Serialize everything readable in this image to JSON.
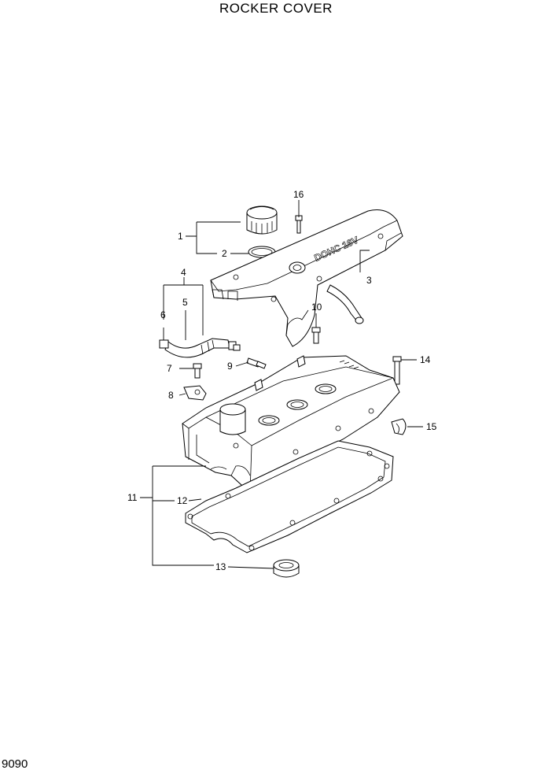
{
  "page": {
    "title": "ROCKER COVER",
    "page_number": "9090"
  },
  "callouts": {
    "c1": "1",
    "c2": "2",
    "c3": "3",
    "c4": "4",
    "c5": "5",
    "c6": "6",
    "c7": "7",
    "c8": "8",
    "c9": "9",
    "c10": "10",
    "c11": "11",
    "c12": "12",
    "c13": "13",
    "c14": "14",
    "c15": "15",
    "c16": "16"
  },
  "cover_marking": "DOHC 16V"
}
